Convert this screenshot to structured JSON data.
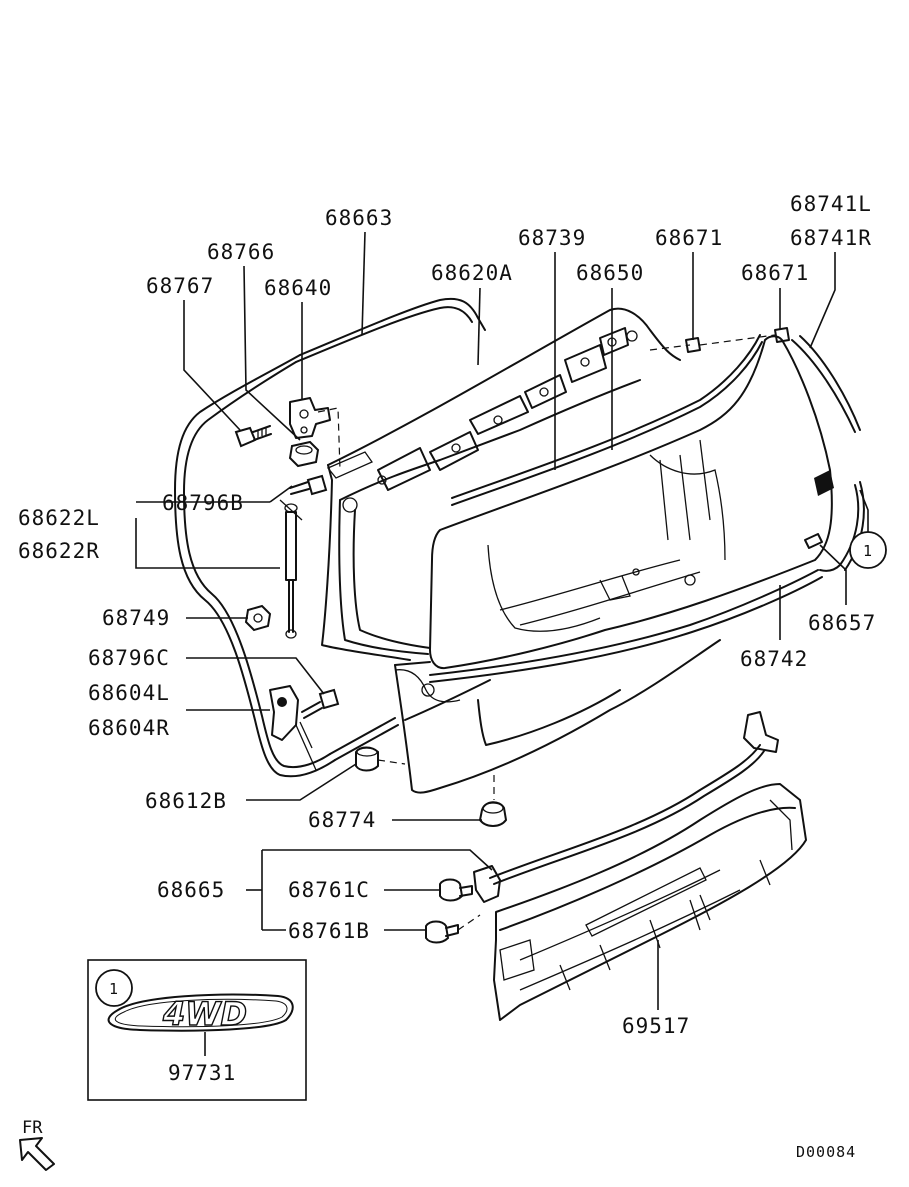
{
  "labels": {
    "p68663": "68663",
    "p68766": "68766",
    "p68767": "68767",
    "p68640": "68640",
    "p68620A": "68620A",
    "p68739": "68739",
    "p68650": "68650",
    "p68671a": "68671",
    "p68671b": "68671",
    "p68741L": "68741L",
    "p68741R": "68741R",
    "p68796B": "68796B",
    "p68622L": "68622L",
    "p68622R": "68622R",
    "p68749": "68749",
    "p68796C": "68796C",
    "p68604L": "68604L",
    "p68604R": "68604R",
    "p68612B": "68612B",
    "p68774": "68774",
    "p68665": "68665",
    "p68761C": "68761C",
    "p68761B": "68761B",
    "p68657": "68657",
    "p68742": "68742",
    "p69517": "69517",
    "p97731": "97731"
  },
  "callout": "1",
  "emblem_text": "4WD",
  "direction_label": "FR",
  "diagram_code": "D00084"
}
